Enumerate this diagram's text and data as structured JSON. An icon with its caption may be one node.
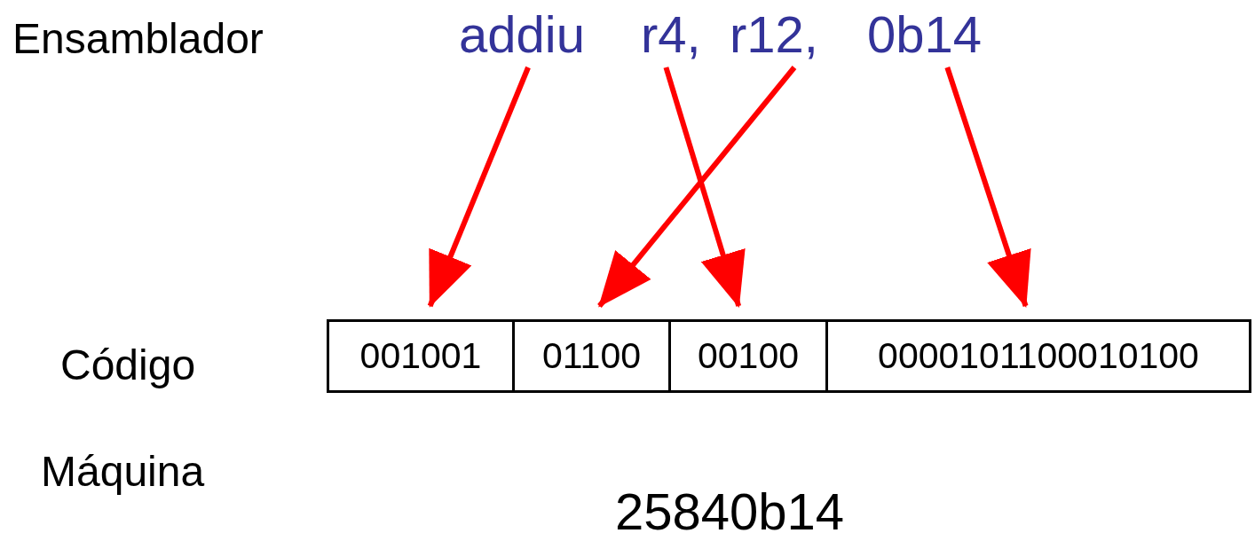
{
  "diagram": {
    "nodes": [
      {
        "text": [
          "addiu"
        ]
      },
      {
        "text": [
          "r4,"
        ]
      },
      {
        "text": [
          "r12,"
        ]
      },
      {
        "text": [
          "0b14"
        ]
      },
      {
        "text": [
          "001001"
        ]
      },
      {
        "text": [
          "01100"
        ]
      },
      {
        "text": [
          "00100"
        ]
      },
      {
        "text": [
          "0000101100010100"
        ]
      }
    ],
    "edges": [
      {
        "from": 0,
        "to": 4,
        "arrow": "to"
      },
      {
        "from": 1,
        "to": 6,
        "arrow": "to"
      },
      {
        "from": 2,
        "to": 5,
        "arrow": "to"
      },
      {
        "from": 3,
        "to": 7,
        "arrow": "to"
      }
    ],
    "labels": [
      "Ensamblador",
      "Código",
      "Máquina",
      "25840b14"
    ]
  }
}
